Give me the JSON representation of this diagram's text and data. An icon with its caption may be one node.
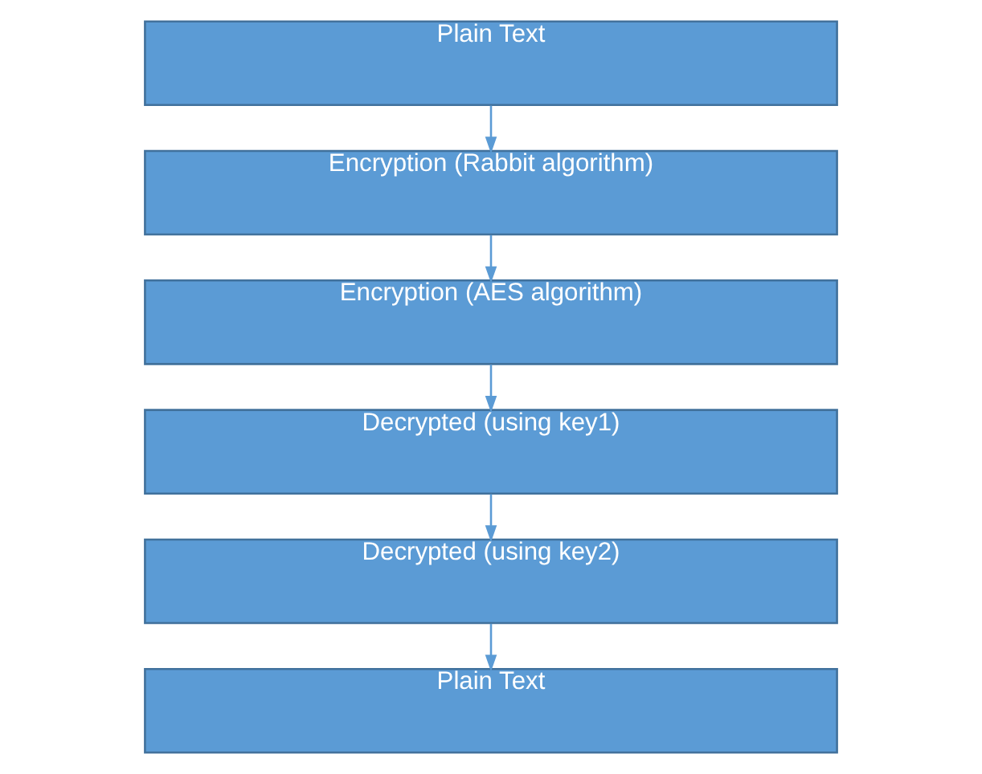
{
  "diagram": {
    "nodes": [
      {
        "text": [
          "Plain Text"
        ]
      },
      {
        "text": [
          "Encryption (Rabbit algorithm)"
        ]
      },
      {
        "text": [
          "Encryption (AES algorithm)"
        ]
      },
      {
        "text": [
          "Decrypted (using key1)"
        ]
      },
      {
        "text": [
          "Decrypted (using key2)"
        ]
      },
      {
        "text": [
          "Plain Text"
        ]
      }
    ],
    "edges": [
      {
        "from": 0,
        "to": 1,
        "arrow": "to"
      },
      {
        "from": 1,
        "to": 2,
        "arrow": "to"
      },
      {
        "from": 2,
        "to": 3,
        "arrow": "to"
      },
      {
        "from": 3,
        "to": 4,
        "arrow": "to"
      },
      {
        "from": 4,
        "to": 5,
        "arrow": "to"
      }
    ]
  }
}
